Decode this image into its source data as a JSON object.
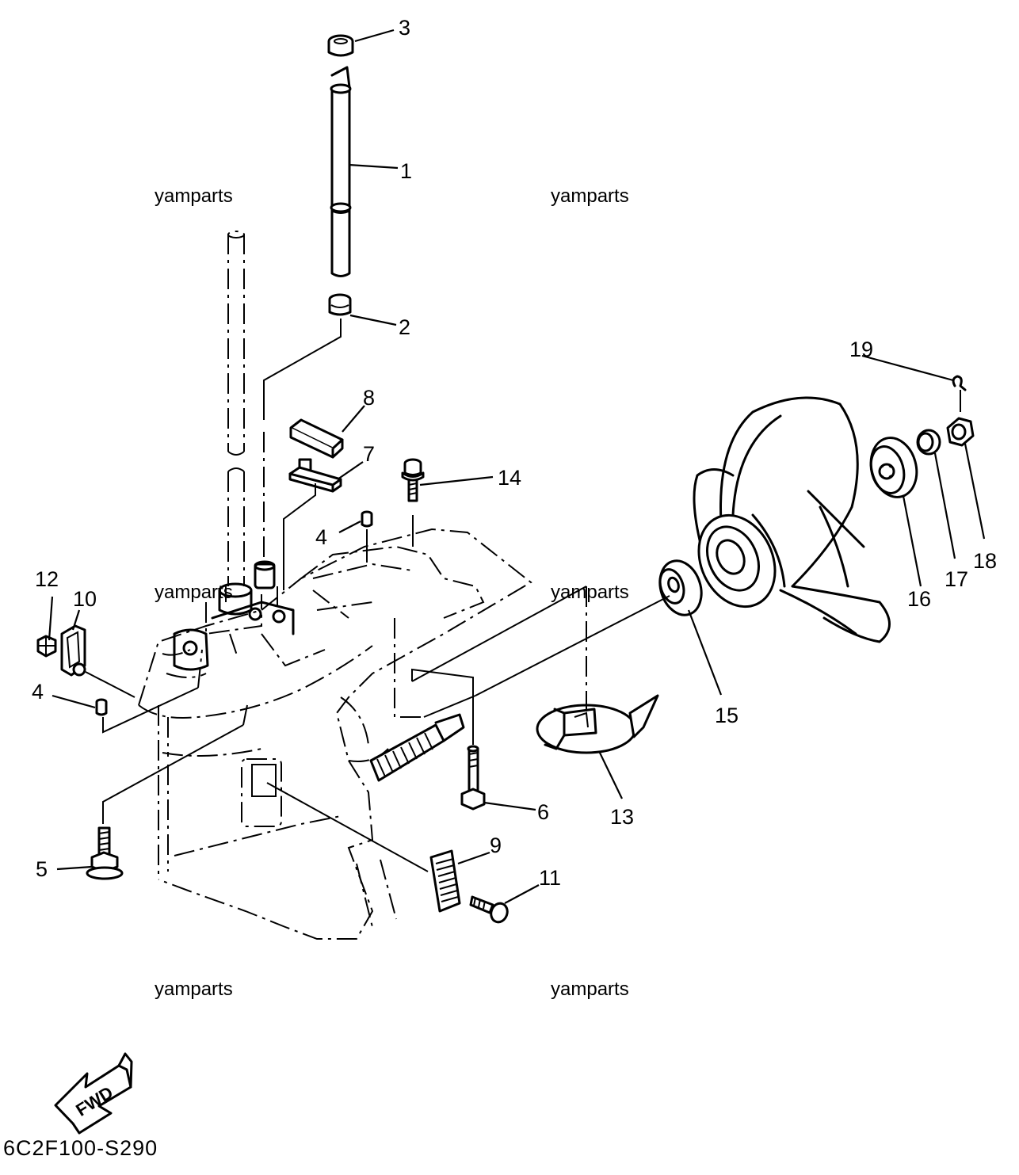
{
  "labels": {
    "l1": "1",
    "l2": "2",
    "l3": "3",
    "l4a": "4",
    "l4b": "4",
    "l5": "5",
    "l6": "6",
    "l7": "7",
    "l8": "8",
    "l9": "9",
    "l10": "10",
    "l11": "11",
    "l12": "12",
    "l13": "13",
    "l14": "14",
    "l15": "15",
    "l16": "16",
    "l17": "17",
    "l18": "18",
    "l19": "19"
  },
  "watermarks": {
    "w1": "yamparts",
    "w2": "yamparts",
    "w3": "yamparts",
    "w4": "yamparts",
    "w5": "yamparts",
    "w6": "yamparts"
  },
  "fwd_label": "FWD",
  "diagram_code": "6C2F100-S290"
}
